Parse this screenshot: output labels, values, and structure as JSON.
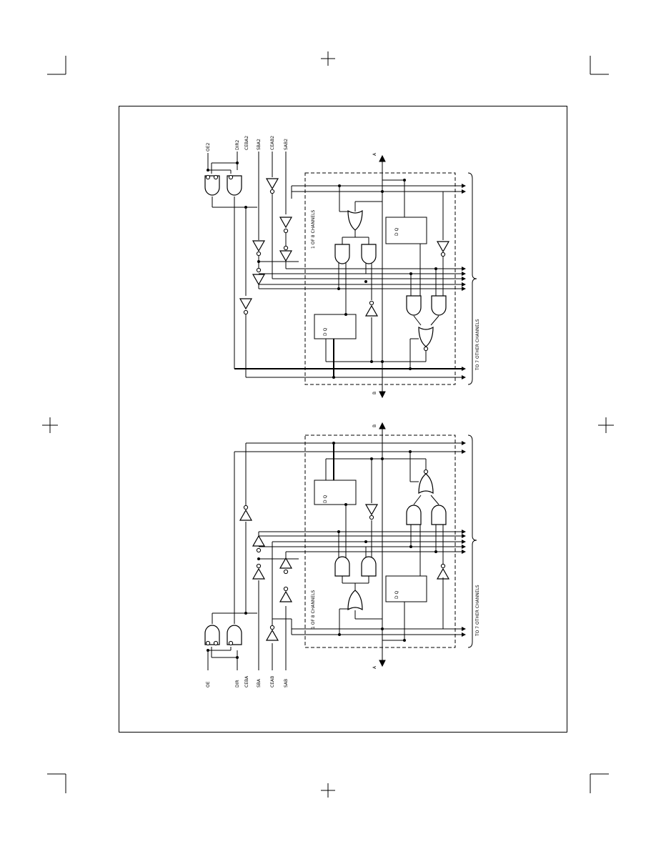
{
  "top_diagram": {
    "inputs": [
      "OE2",
      "DIR2",
      "CEBA2",
      "SBA2",
      "CEAB2",
      "SAB2"
    ],
    "section_label": "1 OF 8 CHANNELS",
    "other_channels_label": "TO 7 OTHER CHANNELS",
    "port_top": "A",
    "port_bottom": "B",
    "register_top": "D  Q",
    "register_bottom": "D  Q"
  },
  "bottom_diagram": {
    "inputs": [
      "OE",
      "DIR",
      "CEBA",
      "SBA",
      "CEAB",
      "SAB"
    ],
    "section_label": "1 OF 8 CHANNELS",
    "other_channels_label": "TO 7 OTHER CHANNELS",
    "port_top": "B",
    "port_bottom": "A",
    "register_top": "D  Q",
    "register_bottom": "D  Q"
  }
}
